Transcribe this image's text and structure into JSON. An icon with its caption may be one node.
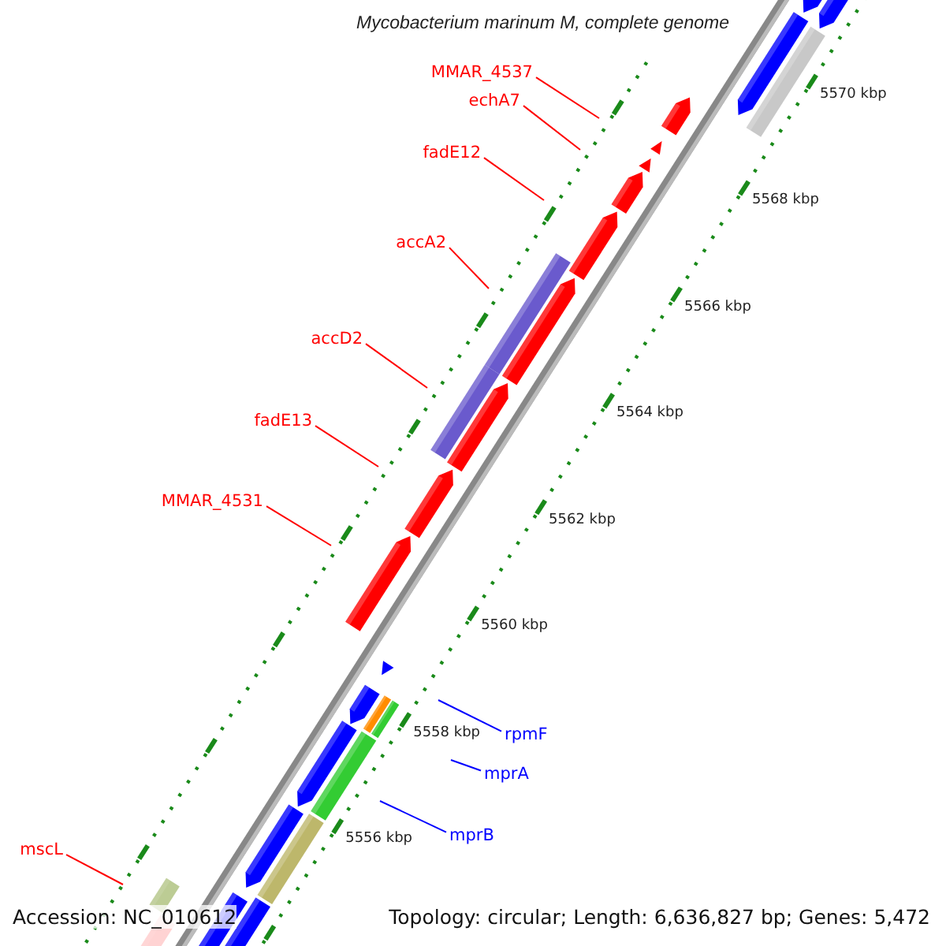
{
  "diagram": {
    "title": "Mycobacterium marinum M, complete genome",
    "nodes": [
      {
        "text": [
          "MMAR_4537"
        ]
      },
      {
        "text": [
          "echA7"
        ]
      },
      {
        "text": [
          "fadE12"
        ]
      },
      {
        "text": [
          "accA2"
        ]
      },
      {
        "text": [
          "accD2"
        ]
      },
      {
        "text": [
          "fadE13"
        ]
      },
      {
        "text": [
          "MMAR_4531"
        ]
      },
      {
        "text": [
          "rpmF"
        ]
      },
      {
        "text": [
          "mprA"
        ]
      },
      {
        "text": [
          "mprB"
        ]
      },
      {
        "text": [
          "mscL"
        ]
      }
    ],
    "edges": [
      {
        "from": 0,
        "to": null,
        "arrow": "none"
      },
      {
        "from": 1,
        "to": null,
        "arrow": "none"
      },
      {
        "from": 2,
        "to": null,
        "arrow": "none"
      },
      {
        "from": 3,
        "to": null,
        "arrow": "none"
      },
      {
        "from": 4,
        "to": null,
        "arrow": "none"
      },
      {
        "from": 5,
        "to": null,
        "arrow": "none"
      },
      {
        "from": 6,
        "to": null,
        "arrow": "none"
      },
      {
        "from": 7,
        "to": null,
        "arrow": "none",
        "color": "#0000ff"
      },
      {
        "from": 8,
        "to": null,
        "arrow": "none",
        "color": "#0000ff"
      },
      {
        "from": 9,
        "to": null,
        "arrow": "none",
        "color": "#0000ff"
      },
      {
        "from": 10,
        "to": null,
        "arrow": "none"
      }
    ],
    "labels": [
      "5570 kbp",
      "5568 kbp",
      "5566 kbp",
      "5564 kbp",
      "5562 kbp",
      "5560 kbp",
      "5558 kbp",
      "5556 kbp",
      "Accession: NC_010612",
      "Topology: circular; Length: 6,636,827 bp; Genes: 5,472"
    ]
  }
}
